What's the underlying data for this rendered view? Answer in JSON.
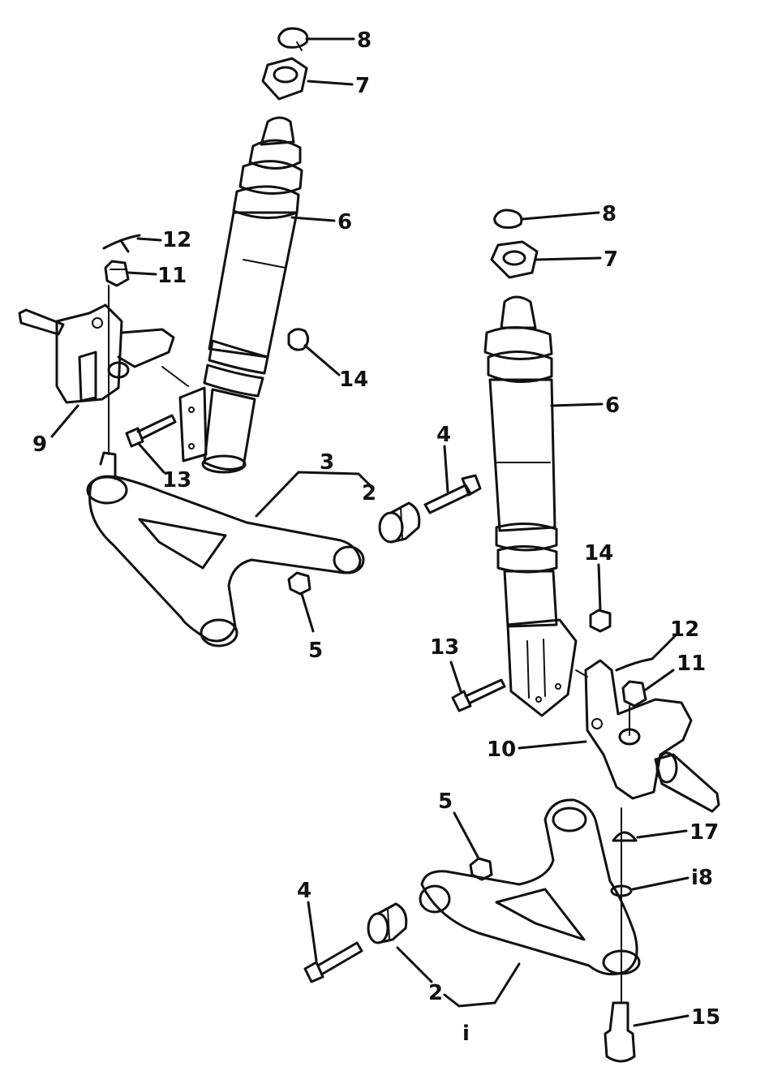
{
  "labels": {
    "L8a": "8",
    "L7a": "7",
    "L6a": "6",
    "L12a": "12",
    "L11a": "11",
    "L14a": "14",
    "L9": "9",
    "L13a": "13",
    "L3": "3",
    "L4a": "4",
    "L2a": "2",
    "L5a": "5",
    "L8b": "8",
    "L7b": "7",
    "L6b": "6",
    "L14b": "14",
    "L12b": "12",
    "L13b": "13",
    "L11b": "11",
    "L10": "10",
    "L5b": "5",
    "L17": "17",
    "L18": "i8",
    "L4b": "4",
    "L2b": "2",
    "L1": "i",
    "L15": "15"
  }
}
